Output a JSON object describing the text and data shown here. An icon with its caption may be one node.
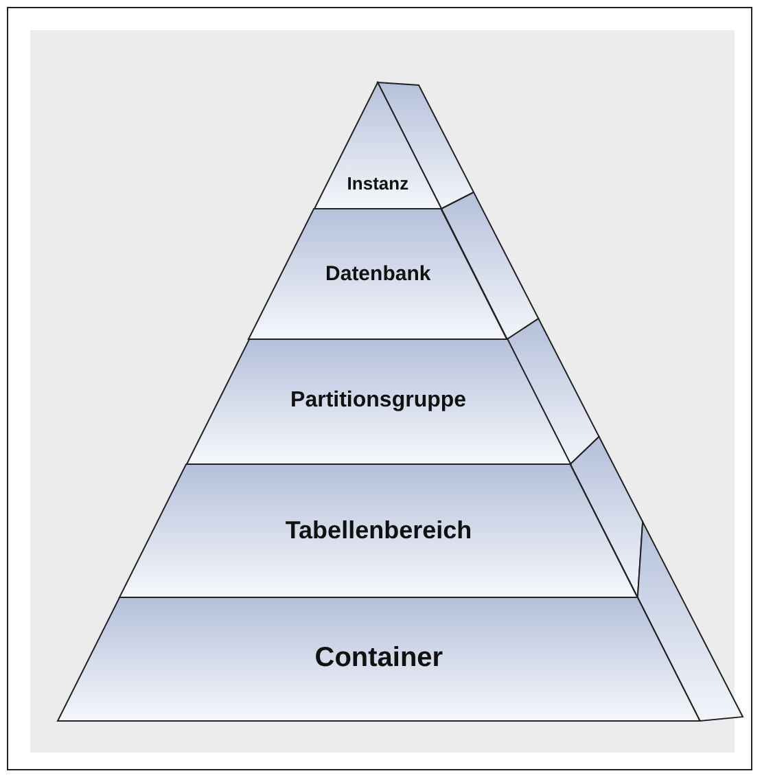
{
  "diagram": {
    "nodes": [
      {
        "text": [
          "Instanz"
        ]
      },
      {
        "text": [
          "Datenbank"
        ]
      },
      {
        "text": [
          "Partitionsgruppe"
        ]
      },
      {
        "text": [
          "Tabellenbereich"
        ]
      },
      {
        "text": [
          "Container"
        ]
      }
    ]
  }
}
